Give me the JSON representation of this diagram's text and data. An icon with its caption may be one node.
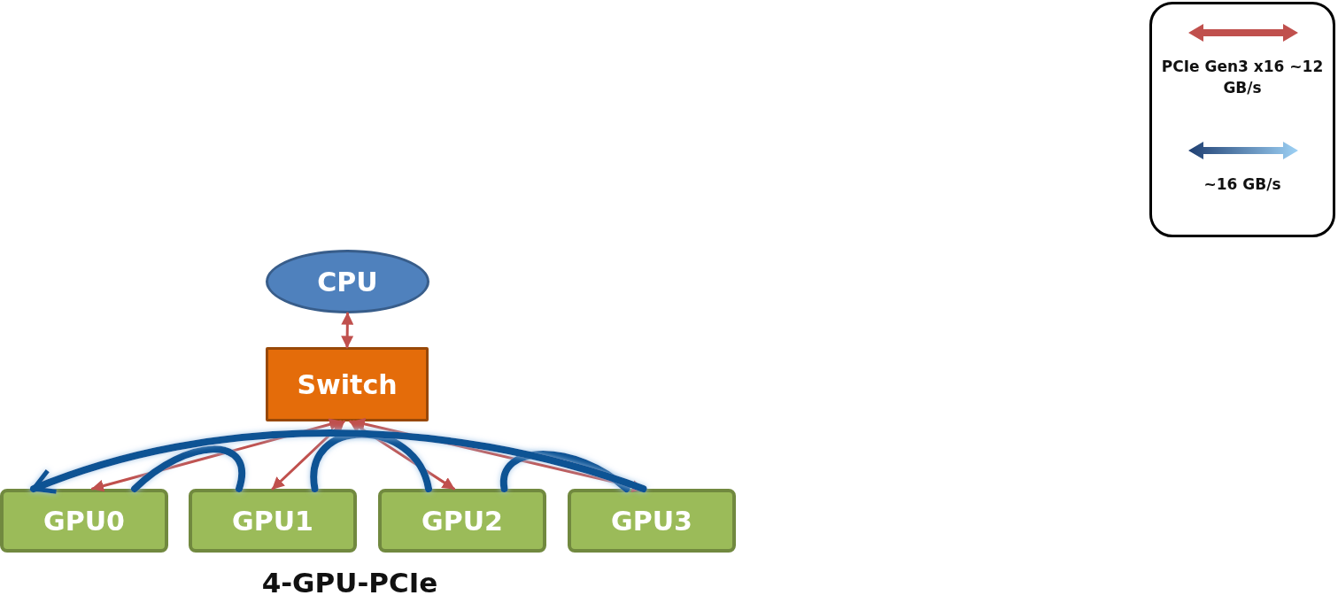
{
  "diagram": {
    "caption": "4-GPU-PCIe",
    "nodes": [
      {
        "text": [
          "CPU"
        ]
      },
      {
        "text": [
          "Switch"
        ]
      },
      {
        "text": [
          "GPU0"
        ]
      },
      {
        "text": [
          "GPU1"
        ]
      },
      {
        "text": [
          "GPU2"
        ]
      },
      {
        "text": [
          "GPU3"
        ]
      }
    ],
    "edges": [
      {
        "from": 0,
        "to": 1,
        "arrow": "both"
      },
      {
        "from": 2,
        "to": 1,
        "arrow": "both"
      },
      {
        "from": 3,
        "to": 1,
        "arrow": "both"
      },
      {
        "from": 4,
        "to": 1,
        "arrow": "both"
      },
      {
        "from": 5,
        "to": 1,
        "arrow": "both"
      },
      {
        "from": 2,
        "to": 3,
        "arrow": "none",
        "style": "thick",
        "color": "#0b5394"
      },
      {
        "from": 3,
        "to": 4,
        "arrow": "none",
        "style": "thick",
        "color": "#0b5394"
      },
      {
        "from": 4,
        "to": 5,
        "arrow": "none",
        "style": "thick",
        "color": "#0b5394"
      },
      {
        "from": 5,
        "to": 2,
        "arrow": "to",
        "style": "thick",
        "color": "#0b5394"
      }
    ],
    "legend": [
      {
        "text": "PCIe Gen3 x16 ~12 GB/s"
      },
      {
        "text": "~16 GB/s"
      }
    ]
  }
}
